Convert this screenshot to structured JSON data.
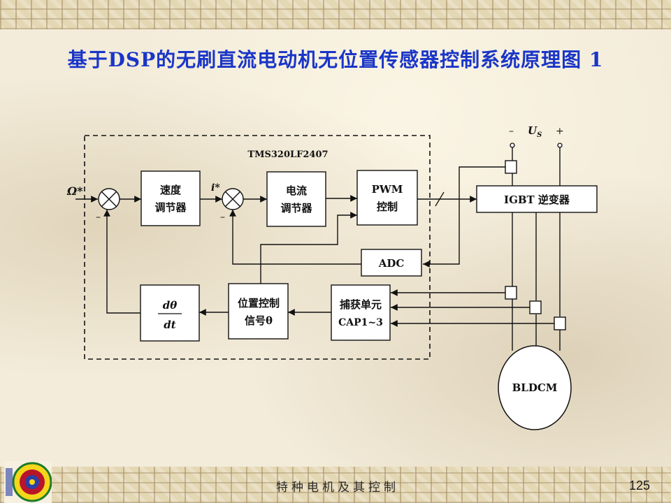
{
  "slide": {
    "title": "基于DSP的无刷直流电动机无位置传感器控制系统原理图 1",
    "footer": "特种电机及其控制",
    "page_number": "125"
  },
  "diagram": {
    "chip_label": "TMS320LF2407",
    "omega_ref": "Ω*",
    "current_ref": "i*",
    "minus": "–",
    "supply_minus": "–",
    "supply_label": "U",
    "supply_sub": "S",
    "supply_plus": "+",
    "speed_regulator": [
      "速度",
      "调节器"
    ],
    "current_regulator": [
      "电流",
      "调节器"
    ],
    "pwm_control": [
      "PWM",
      "控制"
    ],
    "igbt_inverter": "IGBT 逆变器",
    "adc": "ADC",
    "derivative": {
      "num": "dθ",
      "den": "dt"
    },
    "position_signal": [
      "位置控制",
      "信号θ"
    ],
    "capture_unit": [
      "捕获单元",
      "CAP1~3"
    ],
    "motor": "BLDCM"
  },
  "colors": {
    "title": "#1a35c8",
    "line": "#111111",
    "block_fill": "#ffffff"
  }
}
